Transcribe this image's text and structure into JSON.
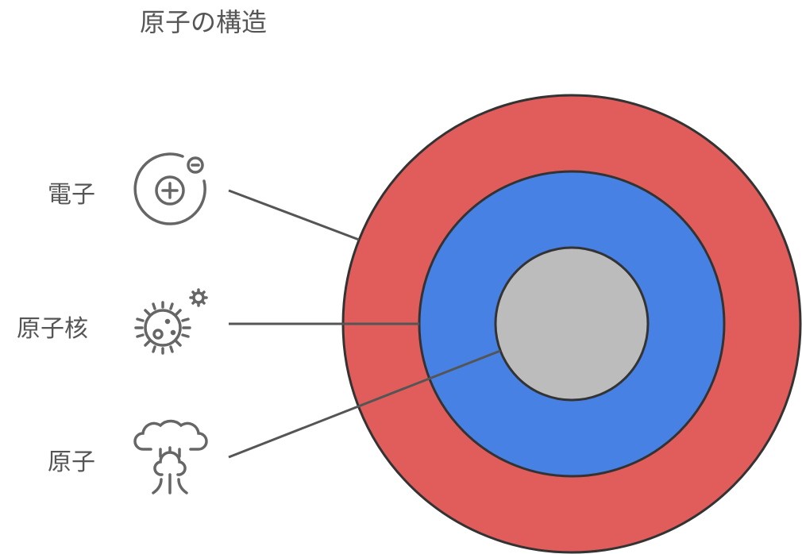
{
  "title": "原子の構造",
  "labels": [
    {
      "text": "電子",
      "icon": "electron-icon"
    },
    {
      "text": "原子核",
      "icon": "nucleus-icon"
    },
    {
      "text": "原子",
      "icon": "atom-cloud-icon"
    }
  ],
  "colors": {
    "outer": "#e05d5b",
    "middle": "#4681e3",
    "inner": "#bcbcbc",
    "stroke": "#333333",
    "icon": "#666666"
  }
}
